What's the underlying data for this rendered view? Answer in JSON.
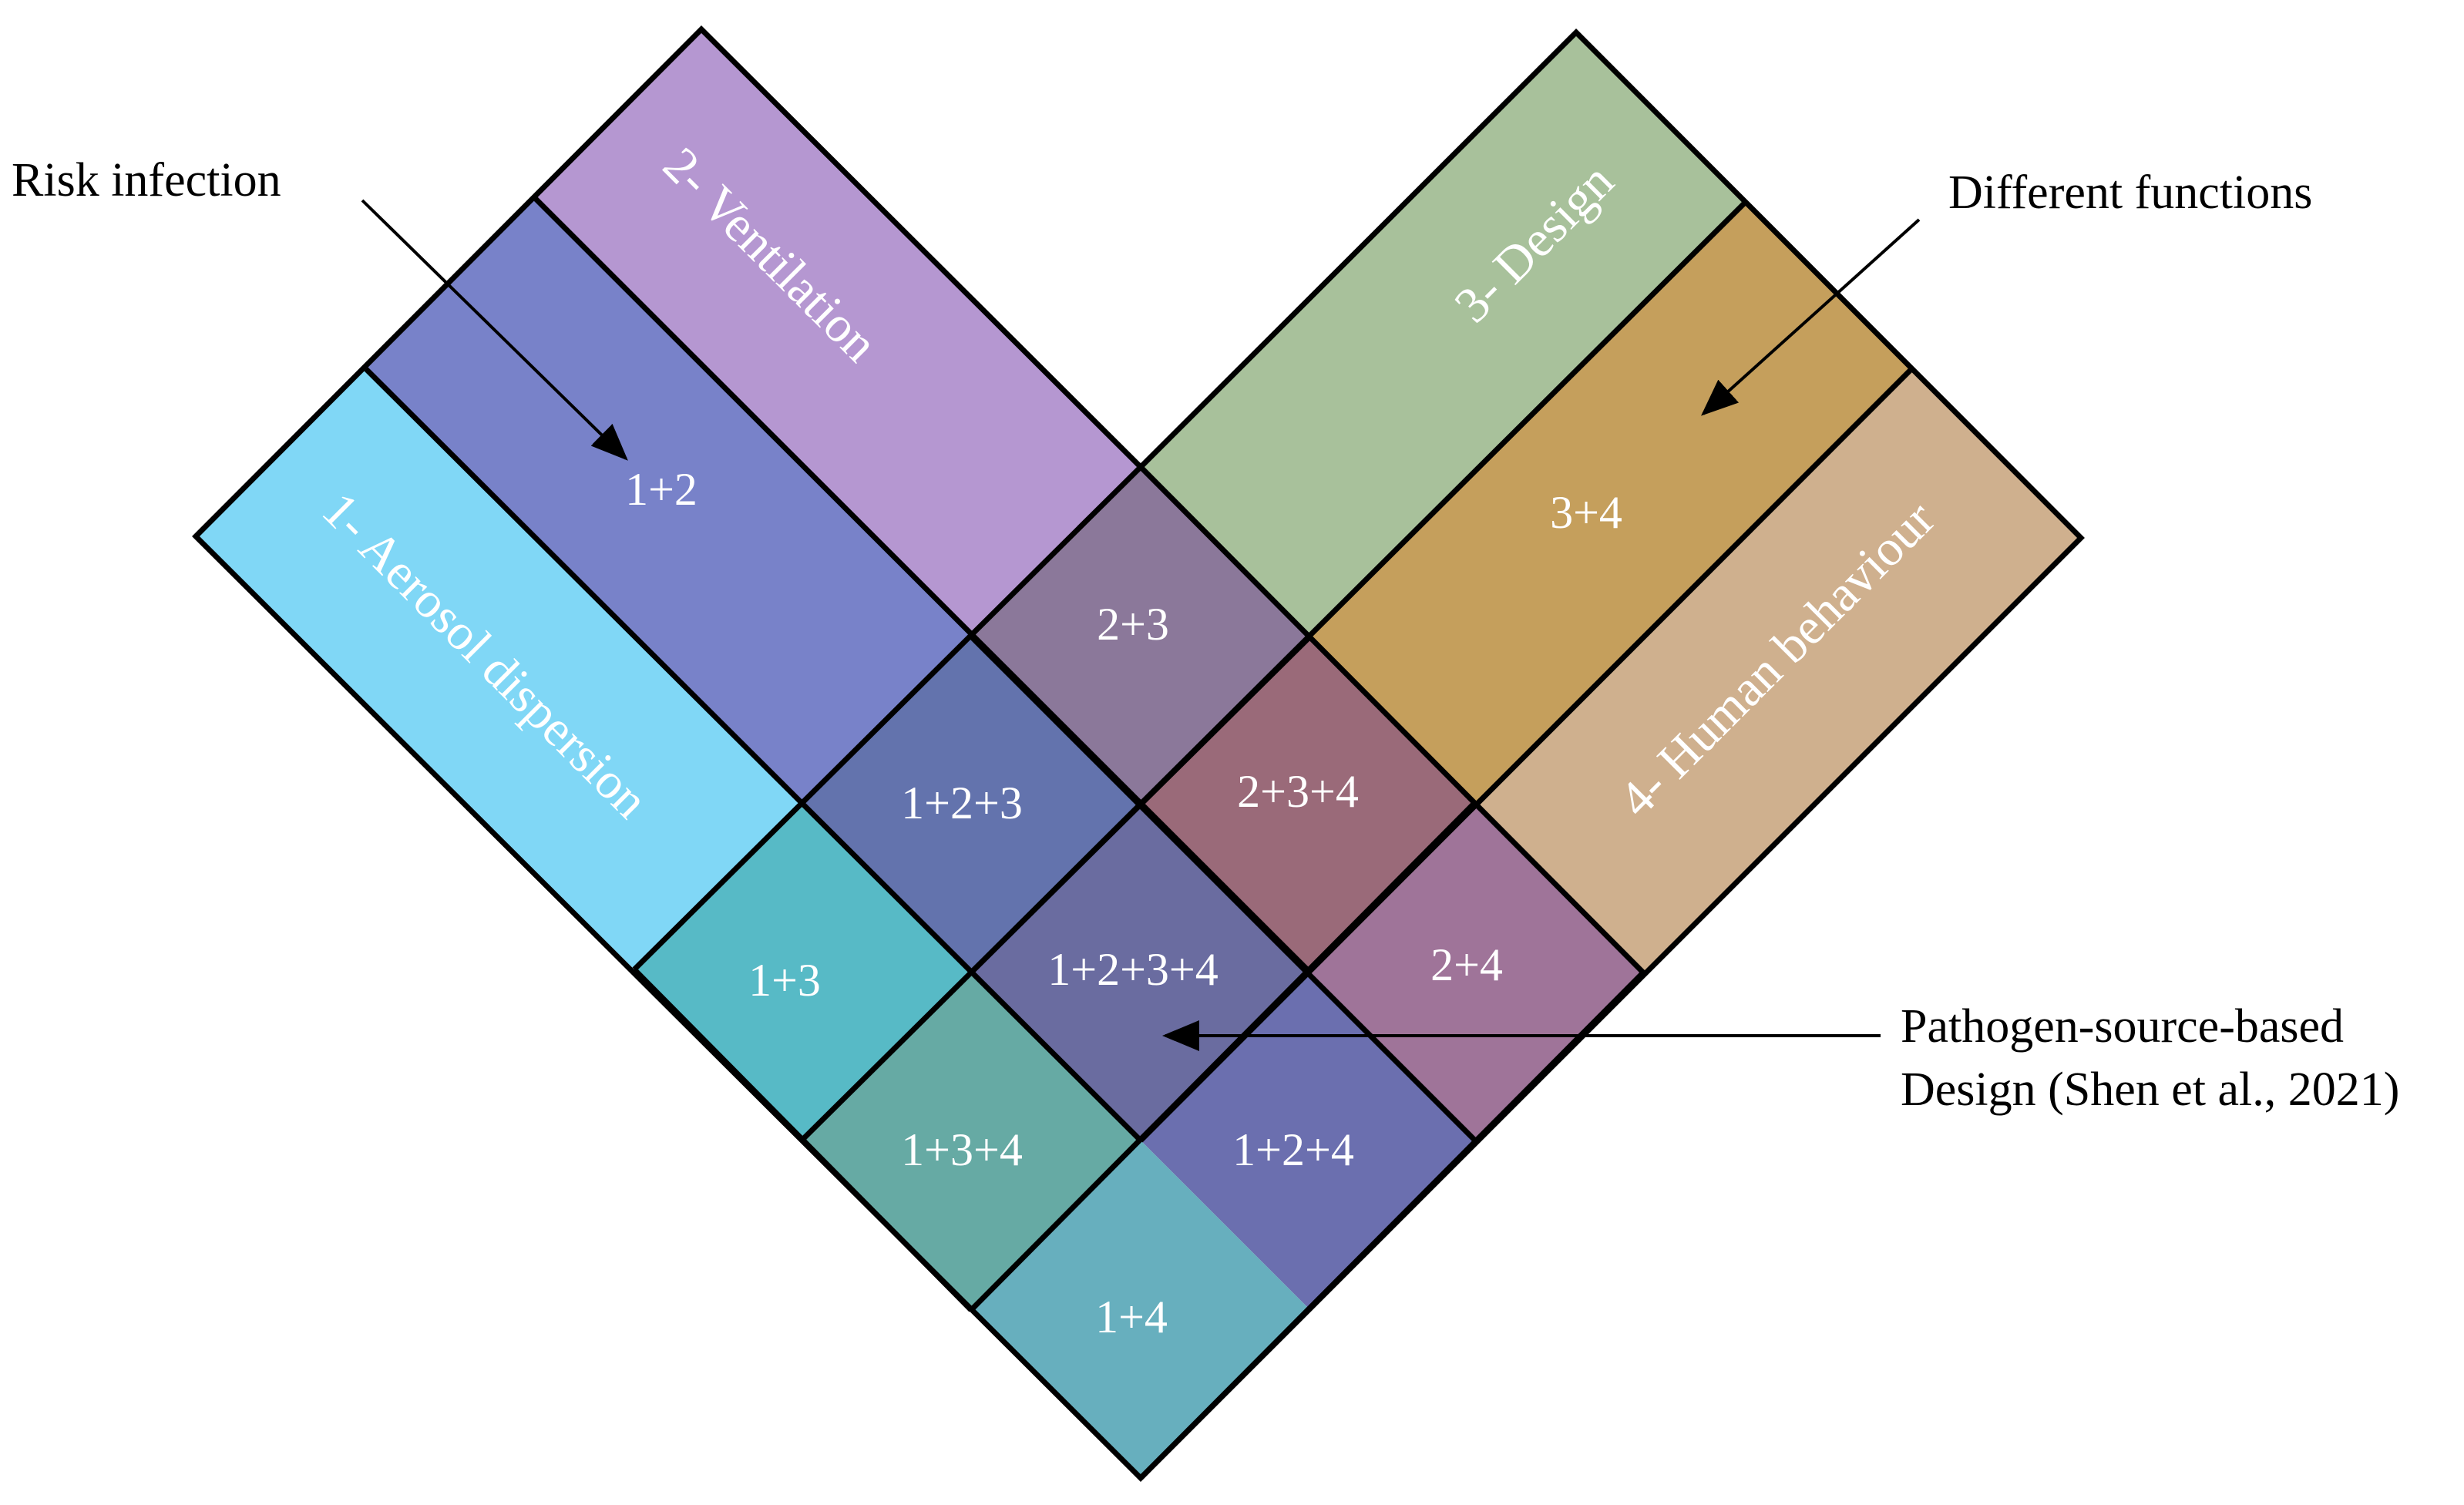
{
  "diagram": {
    "bands": [
      {
        "id": "b1",
        "label": "1- Aerosol dispersion",
        "color": "#80D7F6"
      },
      {
        "id": "b2",
        "label": "2- Ventilation",
        "color": "#B597D1"
      },
      {
        "id": "b3",
        "label": "3- Design",
        "color": "#A8C19B"
      },
      {
        "id": "b4",
        "label": "4- Human behaviour",
        "color": "#CFB08E"
      }
    ],
    "cells": [
      {
        "id": "c12",
        "label": "1+2",
        "color": "#7882C9"
      },
      {
        "id": "c34",
        "label": "3+4",
        "color": "#C59F5C"
      },
      {
        "id": "c23",
        "label": "2+3",
        "color": "#8B789A"
      },
      {
        "id": "c123",
        "label": "1+2+3",
        "color": "#6373AD"
      },
      {
        "id": "c234",
        "label": "2+3+4",
        "color": "#9A6A79"
      },
      {
        "id": "c13",
        "label": "1+3",
        "color": "#57BAC6"
      },
      {
        "id": "c1234",
        "label": "1+2+3+4",
        "color": "#6A6CA0"
      },
      {
        "id": "c24",
        "label": "2+4",
        "color": "#9F7499"
      },
      {
        "id": "c134",
        "label": "1+3+4",
        "color": "#66AAA4"
      },
      {
        "id": "c124",
        "label": "1+2+4",
        "color": "#6B6FAF"
      },
      {
        "id": "c14",
        "label": "1+4",
        "color": "#67AFBE"
      }
    ],
    "annotations": {
      "risk": "Risk infection",
      "functions": "Different functions",
      "pathogen_line1": "Pathogen-source-based",
      "pathogen_line2": "Design (Shen et al., 2021)"
    },
    "text_color": "#ffffff",
    "outline_color": "#000000"
  }
}
